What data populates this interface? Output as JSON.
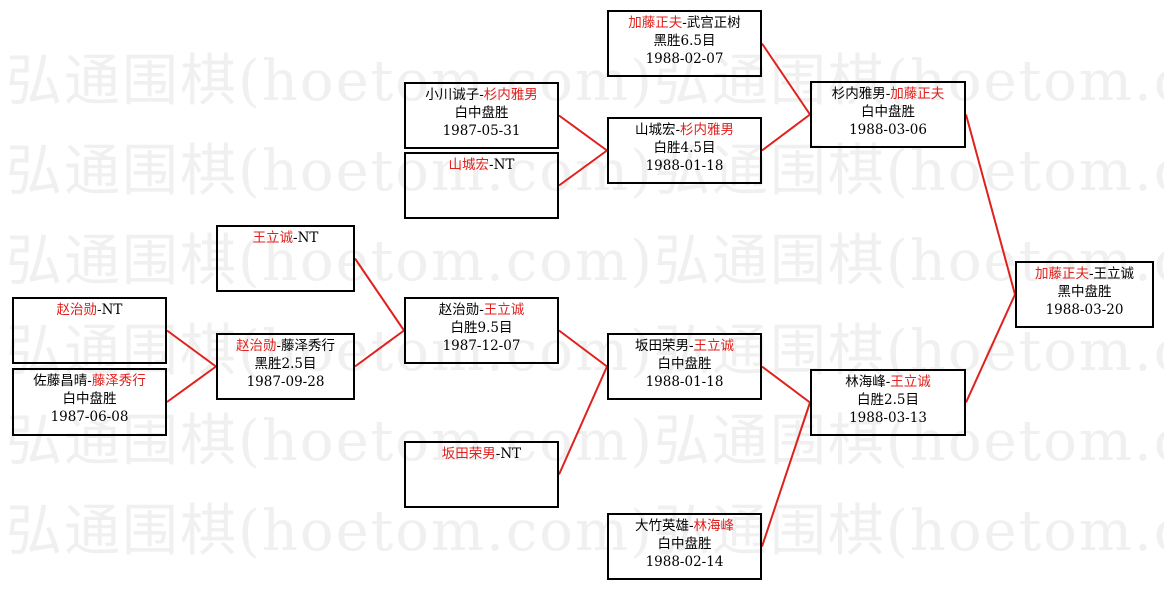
{
  "watermark": {
    "text": "弘通围棋(hoetom.com)弘通围棋(hoetom.com)"
  },
  "matches": [
    {
      "id": "m1",
      "p1": "加藤正夫",
      "sep": "-",
      "p2": "武宫正树",
      "winner": 1,
      "result": "黑胜6.5目",
      "date": "1988-02-07"
    },
    {
      "id": "m2",
      "p1": "小川诚子",
      "sep": "-",
      "p2": "杉内雅男",
      "winner": 2,
      "result": "白中盘胜",
      "date": "1987-05-31"
    },
    {
      "id": "m3",
      "p1": "山城宏",
      "sep": "-",
      "p2": "NT",
      "winner": 1,
      "result": "",
      "date": ""
    },
    {
      "id": "m4",
      "p1": "山城宏",
      "sep": "-",
      "p2": "杉内雅男",
      "winner": 2,
      "result": "白胜4.5目",
      "date": "1988-01-18"
    },
    {
      "id": "m5",
      "p1": "杉内雅男",
      "sep": "-",
      "p2": "加藤正夫",
      "winner": 2,
      "result": "白中盘胜",
      "date": "1988-03-06"
    },
    {
      "id": "m6",
      "p1": "王立诚",
      "sep": "-",
      "p2": "NT",
      "winner": 1,
      "result": "",
      "date": ""
    },
    {
      "id": "m7",
      "p1": "赵治勋",
      "sep": "-",
      "p2": "NT",
      "winner": 1,
      "result": "",
      "date": ""
    },
    {
      "id": "m8",
      "p1": "佐藤昌晴",
      "sep": "-",
      "p2": "藤泽秀行",
      "winner": 2,
      "result": "白中盘胜",
      "date": "1987-06-08"
    },
    {
      "id": "m9",
      "p1": "赵治勋",
      "sep": "-",
      "p2": "藤泽秀行",
      "winner": 1,
      "result": "黑胜2.5目",
      "date": "1987-09-28"
    },
    {
      "id": "m10",
      "p1": "赵治勋",
      "sep": "-",
      "p2": "王立诚",
      "winner": 2,
      "result": "白胜9.5目",
      "date": "1987-12-07"
    },
    {
      "id": "m11",
      "p1": "坂田荣男",
      "sep": "-",
      "p2": "王立诚",
      "winner": 2,
      "result": "白中盘胜",
      "date": "1988-01-18"
    },
    {
      "id": "m12",
      "p1": "坂田荣男",
      "sep": "-",
      "p2": "NT",
      "winner": 1,
      "result": "",
      "date": ""
    },
    {
      "id": "m13",
      "p1": "大竹英雄",
      "sep": "-",
      "p2": "林海峰",
      "winner": 2,
      "result": "白中盘胜",
      "date": "1988-02-14"
    },
    {
      "id": "m14",
      "p1": "林海峰",
      "sep": "-",
      "p2": "王立诚",
      "winner": 2,
      "result": "白胜2.5目",
      "date": "1988-03-13"
    },
    {
      "id": "m15",
      "p1": "加藤正夫",
      "sep": "-",
      "p2": "王立诚",
      "winner": 1,
      "result": "黑中盘胜",
      "date": "1988-03-20"
    }
  ],
  "connections": [
    [
      "m7",
      "m9"
    ],
    [
      "m8",
      "m9"
    ],
    [
      "m6",
      "m10"
    ],
    [
      "m9",
      "m10"
    ],
    [
      "m2",
      "m4"
    ],
    [
      "m3",
      "m4"
    ],
    [
      "m10",
      "m11"
    ],
    [
      "m12",
      "m11"
    ],
    [
      "m1",
      "m5"
    ],
    [
      "m4",
      "m5"
    ],
    [
      "m11",
      "m14"
    ],
    [
      "m13",
      "m14"
    ],
    [
      "m5",
      "m15"
    ],
    [
      "m14",
      "m15"
    ]
  ],
  "colors": {
    "winner": "#e0201c",
    "connector": "#e0201c",
    "border": "#000000",
    "watermark": "#f0f0f0"
  }
}
